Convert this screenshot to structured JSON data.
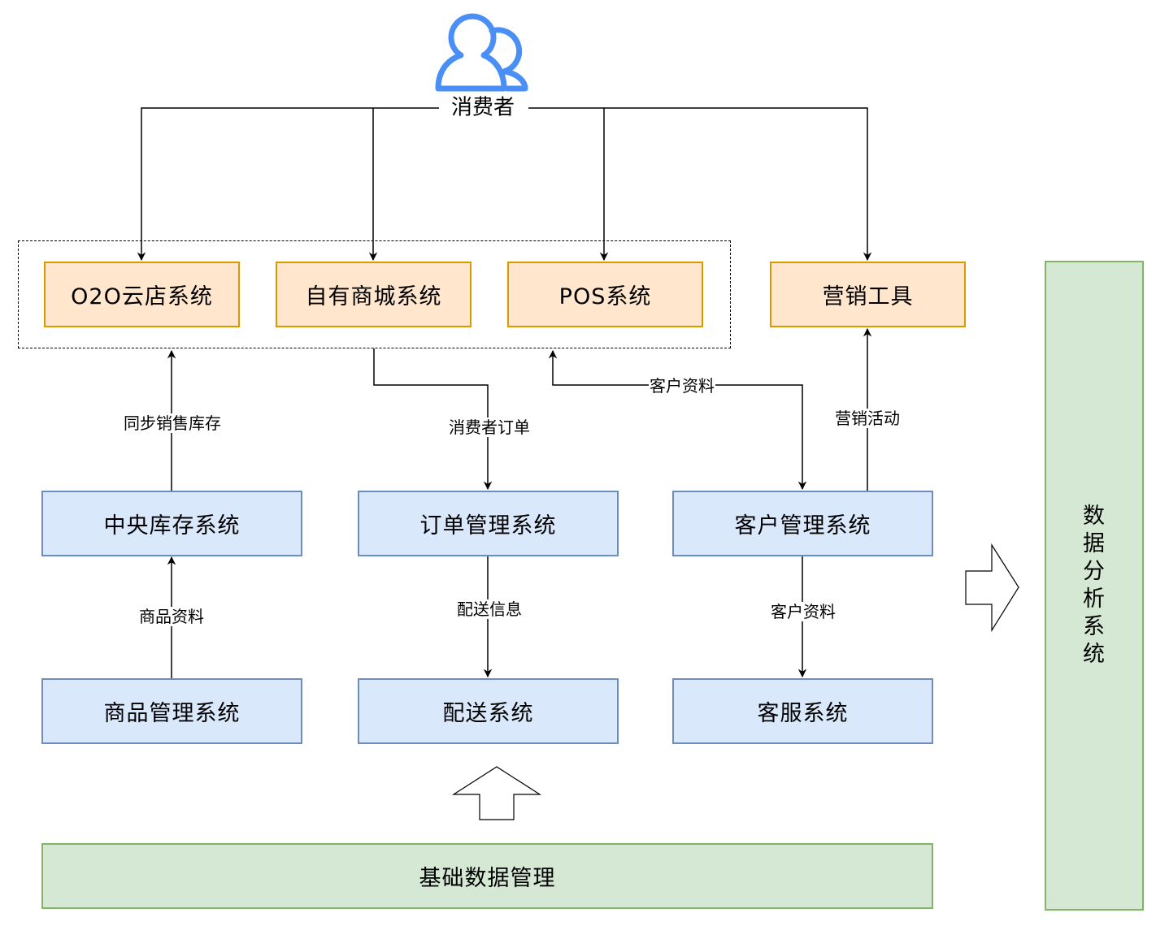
{
  "consumer": {
    "label": "消费者",
    "icon": "users-icon",
    "icon_color": "#4a8ff5"
  },
  "channels": {
    "o2o": "O2O云店系统",
    "mall": "自有商城系统",
    "pos": "POS系统",
    "marketing": "营销工具"
  },
  "systems": {
    "inventory": "中央库存系统",
    "order": "订单管理系统",
    "customer": "客户管理系统",
    "product": "商品管理系统",
    "delivery": "配送系统",
    "service": "客服系统"
  },
  "base": {
    "label": "基础数据管理"
  },
  "analytics": {
    "chars": [
      "数",
      "据",
      "分",
      "析",
      "系",
      "统"
    ]
  },
  "edge_labels": {
    "sync_inventory": "同步销售库存",
    "consumer_order": "消费者订单",
    "customer_info_top": "客户资料",
    "marketing_activity": "营销活动",
    "product_info": "商品资料",
    "delivery_info": "配送信息",
    "customer_info_bottom": "客户资料"
  },
  "colors": {
    "orange_fill": "#ffe6cc",
    "orange_stroke": "#d79b00",
    "blue_fill": "#dae8fc",
    "blue_stroke": "#6c8ebf",
    "green_fill": "#d5e8d4",
    "green_stroke": "#82b366"
  }
}
